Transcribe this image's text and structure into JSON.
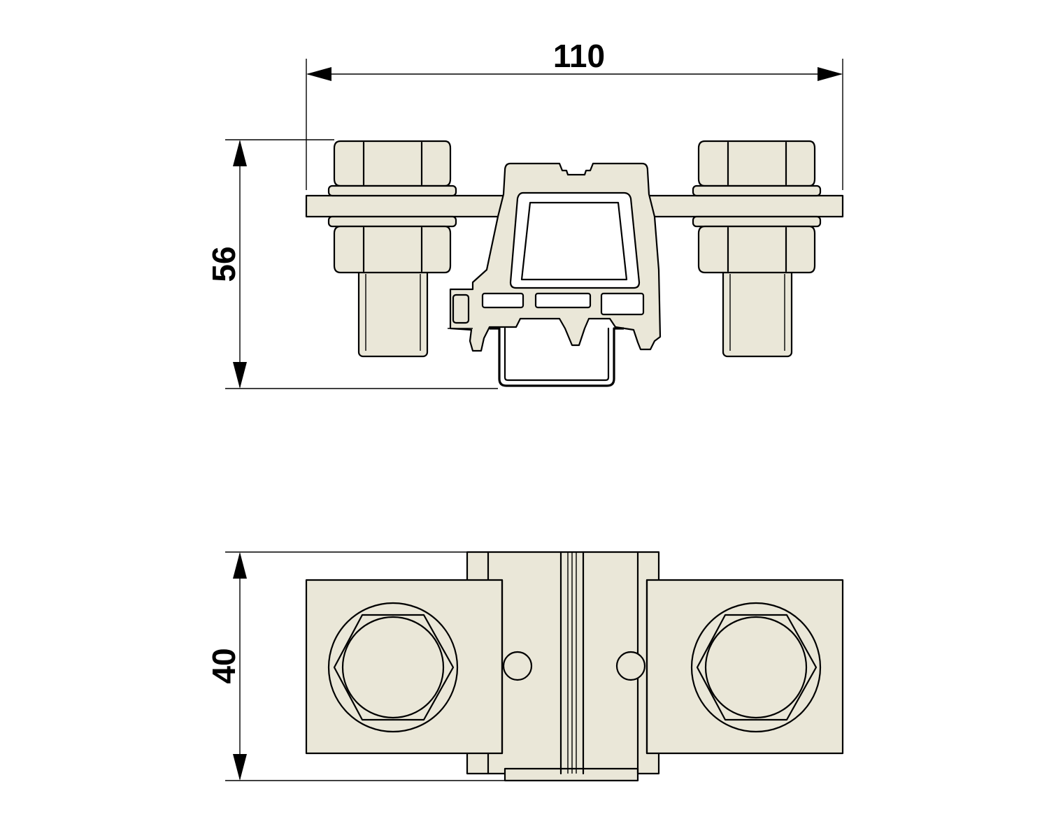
{
  "dimensions": {
    "width": "110",
    "height_side": "56",
    "height_top": "40"
  },
  "colors": {
    "line": "#000000",
    "part_fill": "#eae7d8",
    "background": "#ffffff"
  }
}
